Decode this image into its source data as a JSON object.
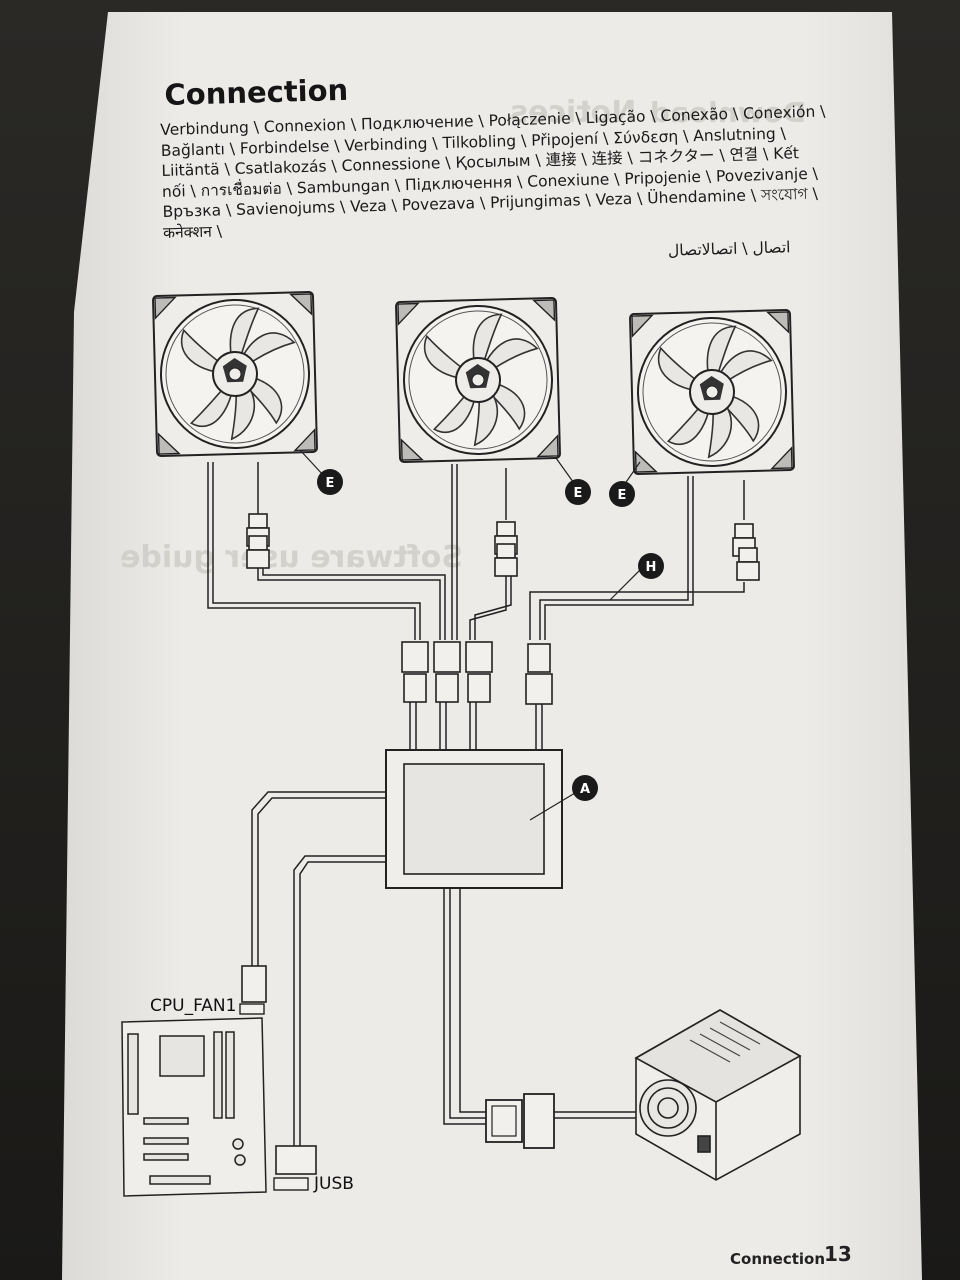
{
  "title": "Connection",
  "translations": [
    "Verbindung \\ Connexion \\ Подключение \\ Połączenie \\ Ligação \\ Conexão \\ Conexión \\",
    "Bağlantı \\ Forbindelse \\ Verbinding \\ Tilkobling \\ Připojení \\ Σύνδεση \\ Anslutning \\",
    "Liitäntä \\ Csatlakozás \\ Connessione \\ Қосылым \\ 連接 \\ 连接 \\ コネクター \\ 연결 \\ Kết",
    "nối \\ การเชื่อมต่อ \\ Sambungan \\ Підключення \\ Conexiune \\ Pripojenie \\ Povezivanje \\",
    "Връзка \\ Savienojums \\ Veza \\ Povezava \\ Prijungimas \\ Veza \\ Ühendamine \\ সংযোগ \\",
    "कनेक्शन \\"
  ],
  "translation_rtl": "اتصال \\ اتصالاتصال",
  "mirrored_bleed": [
    "Notices",
    "Download",
    "Software user guide"
  ],
  "diagram": {
    "badges": {
      "fan": "E",
      "cable": "H",
      "hub": "A"
    },
    "labels": {
      "cpu_fan": "CPU_FAN1",
      "usb": "JUSB"
    }
  },
  "footer": {
    "section": "Connection",
    "page": "13"
  }
}
